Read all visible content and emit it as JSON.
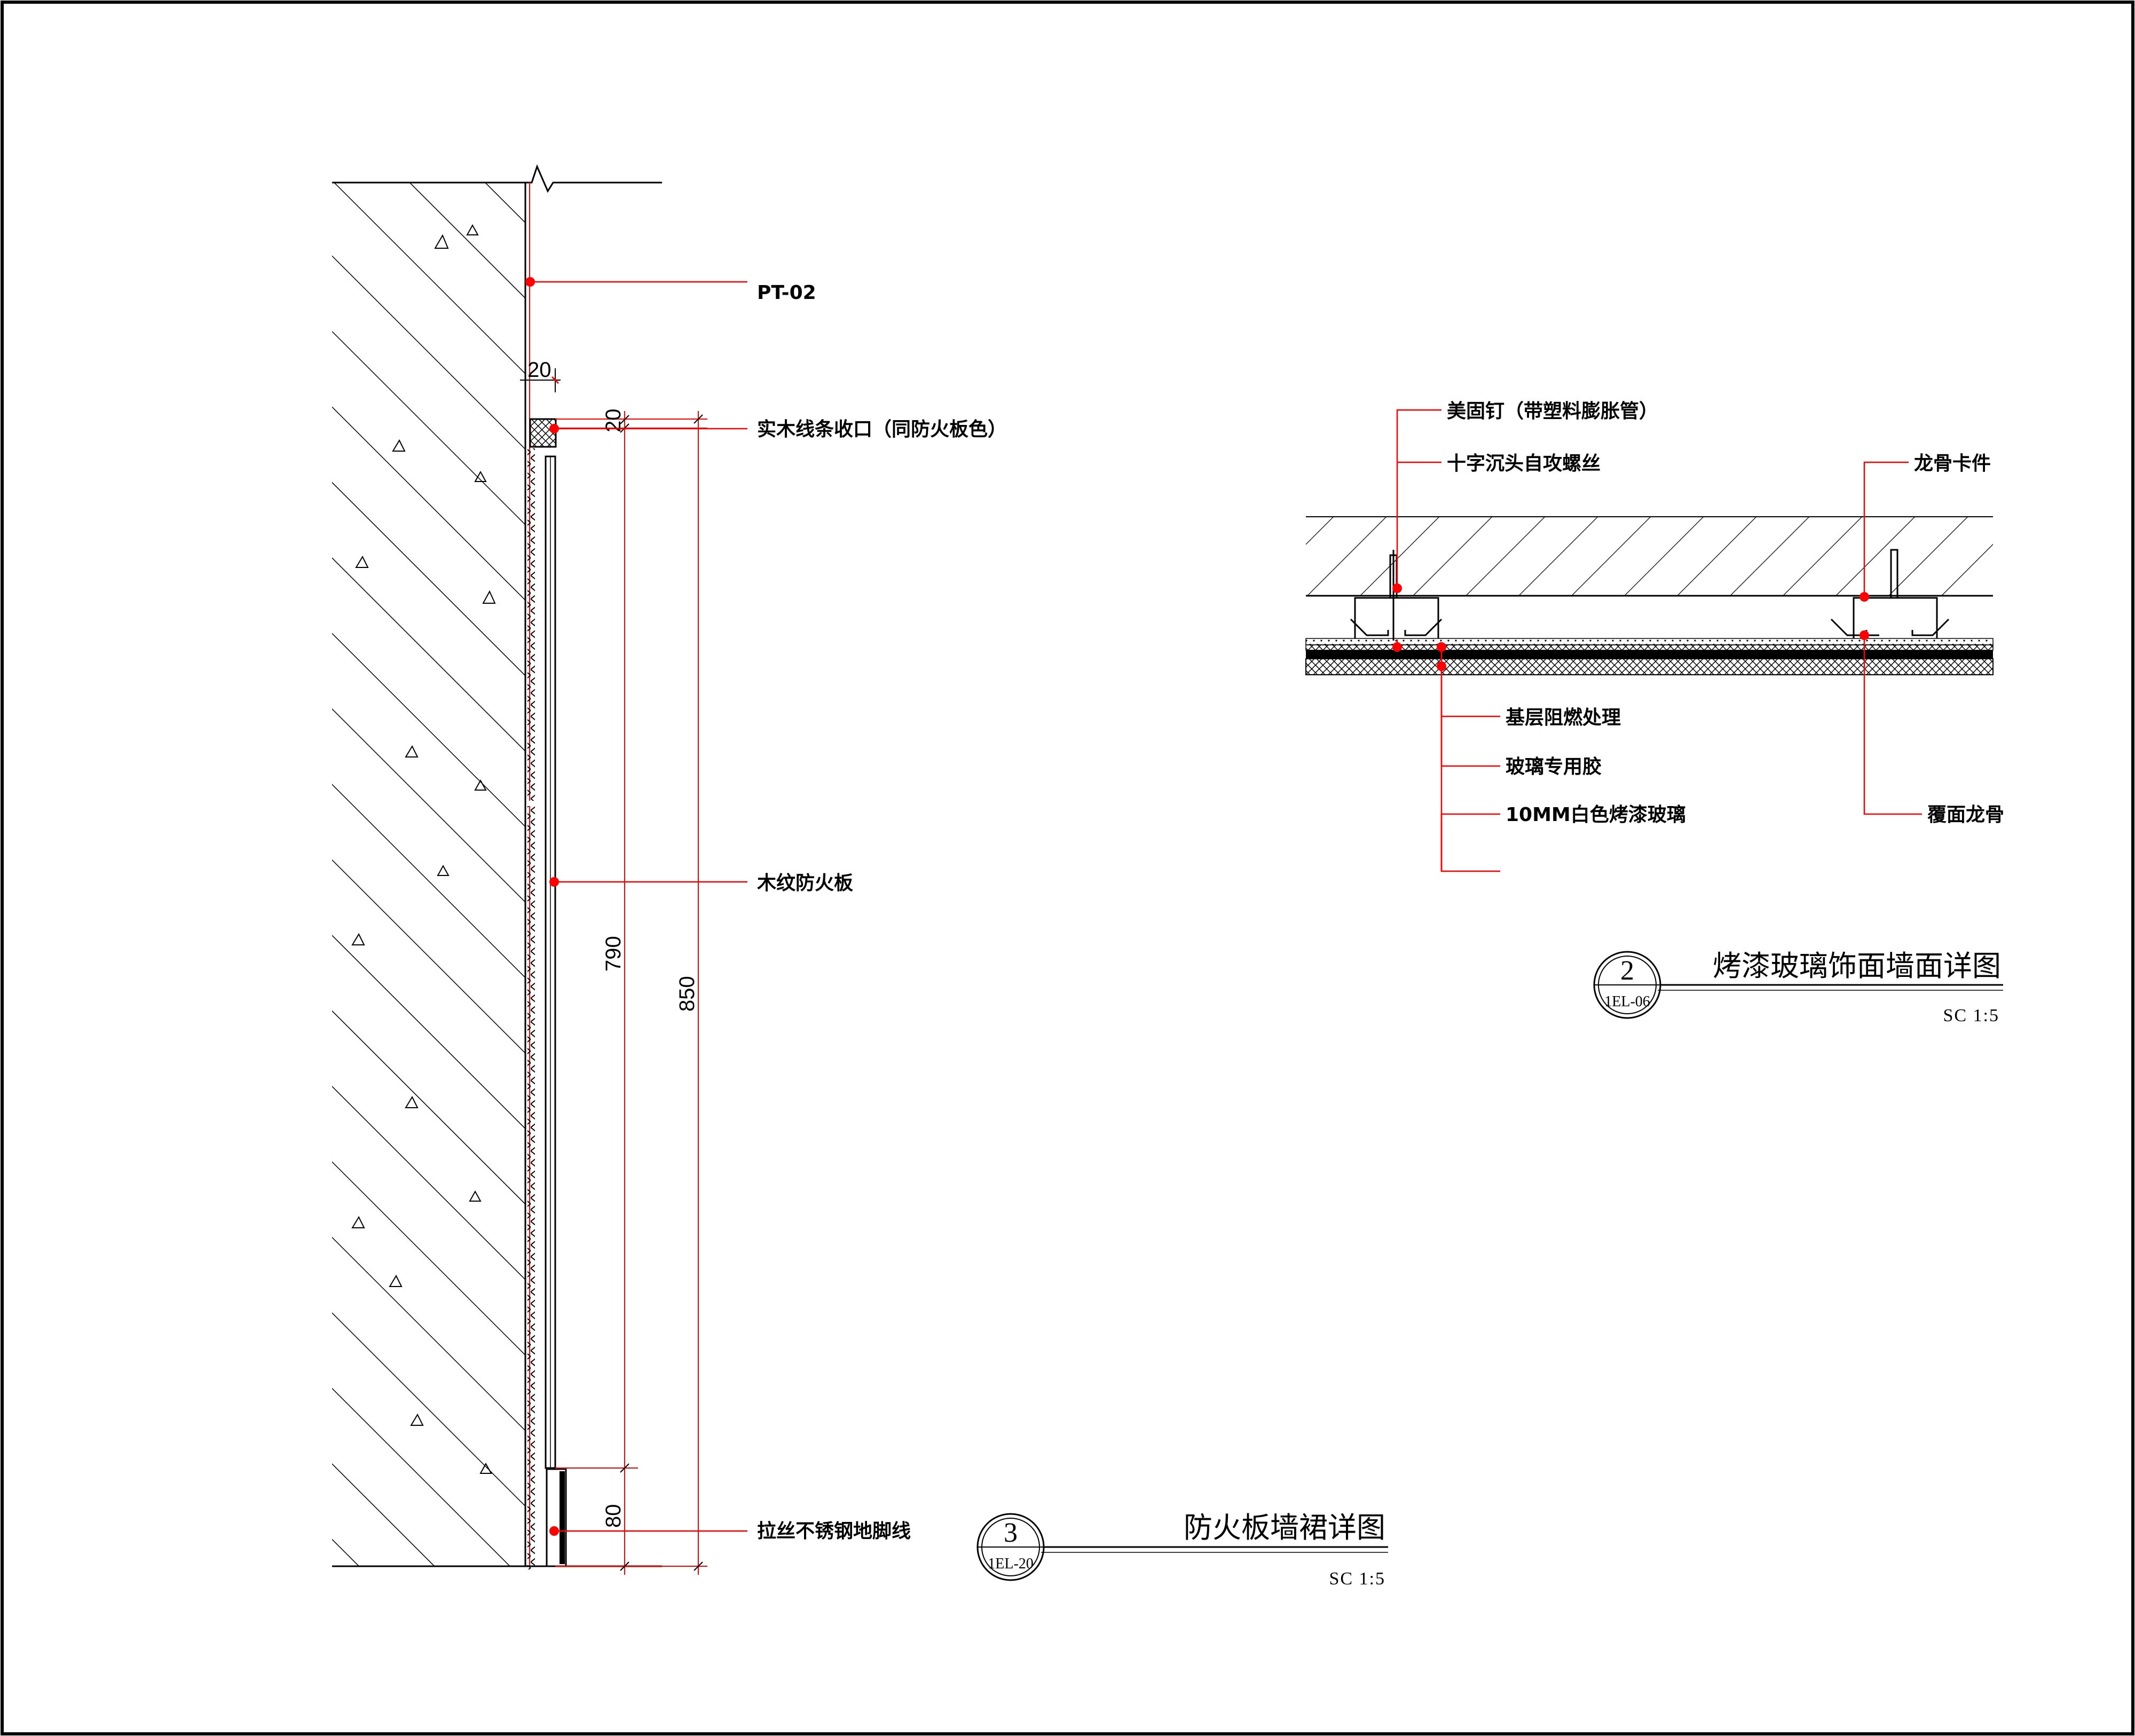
{
  "colors": {
    "leader": "#ff0000",
    "line": "#000000",
    "background": "#ffffff"
  },
  "detail3": {
    "labels": {
      "pt": "PT-02",
      "trim": "实木线条收口（同防火板色）",
      "panel": "木纹防火板",
      "skirting": "拉丝不锈钢地脚线"
    },
    "dims": {
      "gap": "20",
      "top": "20",
      "mid": "790",
      "bottom": "80",
      "total": "850"
    },
    "title": {
      "number": "3",
      "ref": "1EL-20",
      "name": "防火板墙裙详图",
      "scale": "SC  1:5"
    }
  },
  "detail2": {
    "labels": {
      "anchor": "美固钉（带塑料膨胀管）",
      "screw": "十字沉头自攻螺丝",
      "clip": "龙骨卡件",
      "fireproof": "基层阻燃处理",
      "glue": "玻璃专用胶",
      "glass": "10MM白色烤漆玻璃",
      "keel": "覆面龙骨"
    },
    "title": {
      "number": "2",
      "ref": "1EL-06",
      "name": "烤漆玻璃饰面墙面详图",
      "scale": "SC  1:5"
    }
  }
}
